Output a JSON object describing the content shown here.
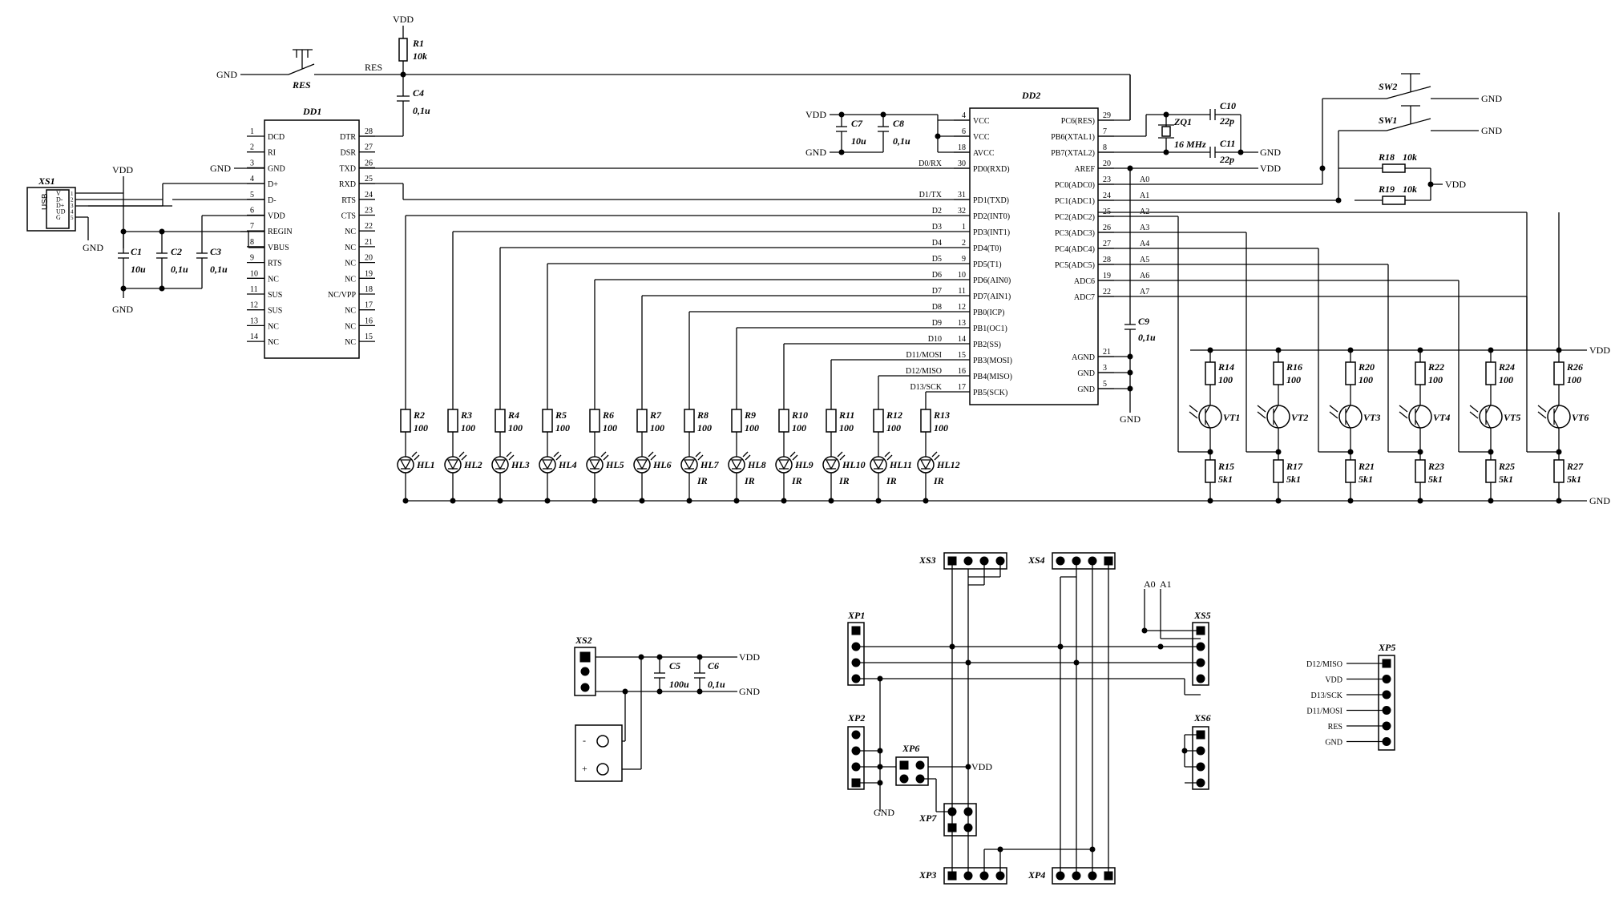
{
  "power": {
    "vdd": "VDD",
    "gnd": "GND"
  },
  "dd1": {
    "ref": "DD1",
    "left": [
      {
        "n": "1",
        "name": "DCD"
      },
      {
        "n": "2",
        "name": "RI"
      },
      {
        "n": "3",
        "name": "GND"
      },
      {
        "n": "4",
        "name": "D+"
      },
      {
        "n": "5",
        "name": "D-"
      },
      {
        "n": "6",
        "name": "VDD"
      },
      {
        "n": "7",
        "name": "REGIN"
      },
      {
        "n": "8",
        "name": "VBUS"
      },
      {
        "n": "9",
        "name": "RTS"
      },
      {
        "n": "10",
        "name": "NC"
      },
      {
        "n": "11",
        "name": "SUS"
      },
      {
        "n": "12",
        "name": "SUS"
      },
      {
        "n": "13",
        "name": "NC"
      },
      {
        "n": "14",
        "name": "NC"
      }
    ],
    "right": [
      {
        "n": "28",
        "name": "DTR"
      },
      {
        "n": "27",
        "name": "DSR"
      },
      {
        "n": "26",
        "name": "TXD"
      },
      {
        "n": "25",
        "name": "RXD"
      },
      {
        "n": "24",
        "name": "RTS"
      },
      {
        "n": "23",
        "name": "CTS"
      },
      {
        "n": "22",
        "name": "NC"
      },
      {
        "n": "21",
        "name": "NC"
      },
      {
        "n": "20",
        "name": "NC"
      },
      {
        "n": "19",
        "name": "NC"
      },
      {
        "n": "18",
        "name": "NC/VPP"
      },
      {
        "n": "17",
        "name": "NC"
      },
      {
        "n": "16",
        "name": "NC"
      },
      {
        "n": "15",
        "name": "NC"
      }
    ]
  },
  "dd2": {
    "ref": "DD2",
    "left": [
      {
        "n": "4",
        "name": "VCC",
        "net": ""
      },
      {
        "n": "6",
        "name": "VCC",
        "net": ""
      },
      {
        "n": "18",
        "name": "AVCC",
        "net": ""
      },
      {
        "n": "30",
        "name": "PD0(RXD)",
        "net": "D0/RX"
      },
      {
        "n": "31",
        "name": "PD1(TXD)",
        "net": "D1/TX"
      },
      {
        "n": "32",
        "name": "PD2(INT0)",
        "net": "D2"
      },
      {
        "n": "1",
        "name": "PD3(INT1)",
        "net": "D3"
      },
      {
        "n": "2",
        "name": "PD4(T0)",
        "net": "D4"
      },
      {
        "n": "9",
        "name": "PD5(T1)",
        "net": "D5"
      },
      {
        "n": "10",
        "name": "PD6(AIN0)",
        "net": "D6"
      },
      {
        "n": "11",
        "name": "PD7(AIN1)",
        "net": "D7"
      },
      {
        "n": "12",
        "name": "PB0(ICP)",
        "net": "D8"
      },
      {
        "n": "13",
        "name": "PB1(OC1)",
        "net": "D9"
      },
      {
        "n": "14",
        "name": "PB2(SS)",
        "net": "D10"
      },
      {
        "n": "15",
        "name": "PB3(MOSI)",
        "net": "D11/MOSI"
      },
      {
        "n": "16",
        "name": "PB4(MISO)",
        "net": "D12/MISO"
      },
      {
        "n": "17",
        "name": "PB5(SCK)",
        "net": "D13/SCK"
      }
    ],
    "right": [
      {
        "n": "29",
        "name": "PC6(RES)",
        "net": ""
      },
      {
        "n": "7",
        "name": "PB6(XTAL1)",
        "net": ""
      },
      {
        "n": "8",
        "name": "PB7(XTAL2)",
        "net": ""
      },
      {
        "n": "20",
        "name": "AREF",
        "net": ""
      },
      {
        "n": "23",
        "name": "PC0(ADC0)",
        "net": "A0"
      },
      {
        "n": "24",
        "name": "PC1(ADC1)",
        "net": "A1"
      },
      {
        "n": "25",
        "name": "PC2(ADC2)",
        "net": "A2"
      },
      {
        "n": "26",
        "name": "PC3(ADC3)",
        "net": "A3"
      },
      {
        "n": "27",
        "name": "PC4(ADC4)",
        "net": "A4"
      },
      {
        "n": "28",
        "name": "PC5(ADC5)",
        "net": "A5"
      },
      {
        "n": "19",
        "name": "ADC6",
        "net": "A6"
      },
      {
        "n": "22",
        "name": "ADC7",
        "net": "A7"
      },
      {
        "n": "21",
        "name": "AGND",
        "net": ""
      },
      {
        "n": "3",
        "name": "GND",
        "net": ""
      },
      {
        "n": "5",
        "name": "GND",
        "net": ""
      }
    ]
  },
  "parts": {
    "r1": "R1",
    "r1v": "10k",
    "res_btn": "RES",
    "res_net": "RES",
    "c4": "C4",
    "c4v": "0,1u",
    "xs1": "XS1",
    "usb": "USB",
    "usb_pins": [
      "V",
      "D-",
      "D+",
      "UD",
      "G"
    ],
    "c1": "C1",
    "c1v": "10u",
    "c2": "C2",
    "c2v": "0,1u",
    "c3": "C3",
    "c3v": "0,1u",
    "c7": "C7",
    "c7v": "10u",
    "c8": "C8",
    "c8v": "0,1u",
    "zq1": "ZQ1",
    "zq1v": "16 MHz",
    "c10": "C10",
    "c10v": "22p",
    "c11": "C11",
    "c11v": "22p",
    "c9": "C9",
    "c9v": "0,1u",
    "sw1": "SW1",
    "sw2": "SW2",
    "r18": "R18",
    "r18v": "10k",
    "r19": "R19",
    "r19v": "10k"
  },
  "leds": [
    {
      "r": "R2",
      "v": "100",
      "hl": "HL1",
      "ir": ""
    },
    {
      "r": "R3",
      "v": "100",
      "hl": "HL2",
      "ir": ""
    },
    {
      "r": "R4",
      "v": "100",
      "hl": "HL3",
      "ir": ""
    },
    {
      "r": "R5",
      "v": "100",
      "hl": "HL4",
      "ir": ""
    },
    {
      "r": "R6",
      "v": "100",
      "hl": "HL5",
      "ir": ""
    },
    {
      "r": "R7",
      "v": "100",
      "hl": "HL6",
      "ir": ""
    },
    {
      "r": "R8",
      "v": "100",
      "hl": "HL7",
      "ir": "IR"
    },
    {
      "r": "R9",
      "v": "100",
      "hl": "HL8",
      "ir": "IR"
    },
    {
      "r": "R10",
      "v": "100",
      "hl": "HL9",
      "ir": "IR"
    },
    {
      "r": "R11",
      "v": "100",
      "hl": "HL10",
      "ir": "IR"
    },
    {
      "r": "R12",
      "v": "100",
      "hl": "HL11",
      "ir": "IR"
    },
    {
      "r": "R13",
      "v": "100",
      "hl": "HL12",
      "ir": "IR"
    }
  ],
  "photos": [
    {
      "rt": "R14",
      "rtv": "100",
      "vt": "VT1",
      "rb": "R15",
      "rbv": "5k1"
    },
    {
      "rt": "R16",
      "rtv": "100",
      "vt": "VT2",
      "rb": "R17",
      "rbv": "5k1"
    },
    {
      "rt": "R20",
      "rtv": "100",
      "vt": "VT3",
      "rb": "R21",
      "rbv": "5k1"
    },
    {
      "rt": "R22",
      "rtv": "100",
      "vt": "VT4",
      "rb": "R23",
      "rbv": "5k1"
    },
    {
      "rt": "R24",
      "rtv": "100",
      "vt": "VT5",
      "rb": "R25",
      "rbv": "5k1"
    },
    {
      "rt": "R26",
      "rtv": "100",
      "vt": "VT6",
      "rb": "R27",
      "rbv": "5k1"
    }
  ],
  "psu": {
    "xs2": "XS2",
    "c5": "C5",
    "c5v": "100u",
    "c6": "C6",
    "c6v": "0,1u",
    "minus": "-",
    "plus": "+"
  },
  "board": {
    "xs3": "XS3",
    "xs4": "XS4",
    "xs5": "XS5",
    "xs6": "XS6",
    "xp1": "XP1",
    "xp2": "XP2",
    "xp3": "XP3",
    "xp4": "XP4",
    "xp6": "XP6",
    "xp7": "XP7",
    "a0": "A0",
    "a1": "A1"
  },
  "xp5": {
    "ref": "XP5",
    "pins": [
      "D12/MISO",
      "VDD",
      "D13/SCK",
      "D11/MOSI",
      "RES",
      "GND"
    ]
  }
}
